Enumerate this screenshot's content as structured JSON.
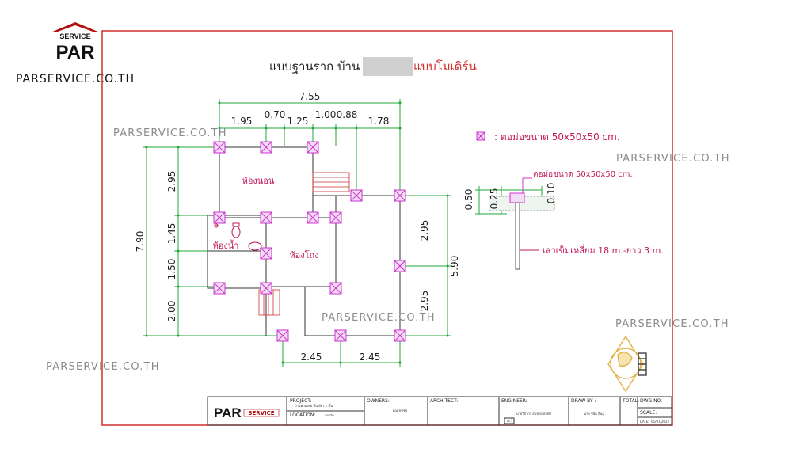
{
  "brand": {
    "logo_top": "SERVICE",
    "logo_main": "PAR",
    "site": "PARSERVICE.CO.TH",
    "watermark": "PARSERVICE.CO.TH",
    "titleblock_logo_main": "PAR",
    "titleblock_logo_sub": "SERVICE"
  },
  "drawing": {
    "title_black": "แบบฐานราก บ้าน",
    "title_red": "แบบโมเดิร์น",
    "legend": ": ตอม่อขนาด 50x50x50 cm.",
    "rooms": {
      "bedroom": "ห้องนอน",
      "bathroom": "ห้องน้ำ",
      "hall": "ห้องโถง"
    },
    "dims_top": {
      "total": "7.55",
      "d1": "1.95",
      "d2": "0.70",
      "d3": "1.25",
      "d4": "1.00",
      "d5": "0.88",
      "d6": "1.78"
    },
    "dims_left": {
      "total": "7.90",
      "d1": "2.95",
      "d2": "1.45",
      "d3": "1.50",
      "d4": "2.00"
    },
    "dims_right": {
      "total": "5.90",
      "d1": "2.95",
      "d2": "2.95"
    },
    "dims_bottom": {
      "d1": "2.45",
      "d2": "2.45"
    },
    "section": {
      "label_footing": "ตอม่อขนาด 50x50x50 cm.",
      "label_pile": "เสาเข็มเหลี่ยม 18 m.-ยาว 3 m.",
      "d050": "0.50",
      "d025": "0.25",
      "d010": "0.10"
    }
  },
  "title_block": {
    "project_label": "PROJECT:",
    "project_value": "บ้านพักอาศัย ชั้นเดียว 1 ชั้น",
    "location_label": "LOCATION:",
    "location_value": "จังหวัด",
    "owners_label": "OWNERS:",
    "owners_value": "คุณ ชชชช",
    "architect_label": "ARCHITECT:",
    "engineer_label": "ENGINEER:",
    "engineer_value": "นายวิศวกร สมชาย สมบัติ",
    "engineer_code": "วย.1",
    "draw_label": "DRAW BY :",
    "draw_value": "นาย ชนิด สินธุ",
    "total_label": "TOTAL:",
    "total_value": "",
    "dwg_label": "DWG.NO.",
    "scale_label": "SCALE:",
    "date_label": "DATE:",
    "date_value": "05/07/2022"
  },
  "colors": {
    "frame": "#d32f2f",
    "dim_green": "#1faa3a",
    "footing": "#cc33cc",
    "title_red": "#d32f2f"
  }
}
